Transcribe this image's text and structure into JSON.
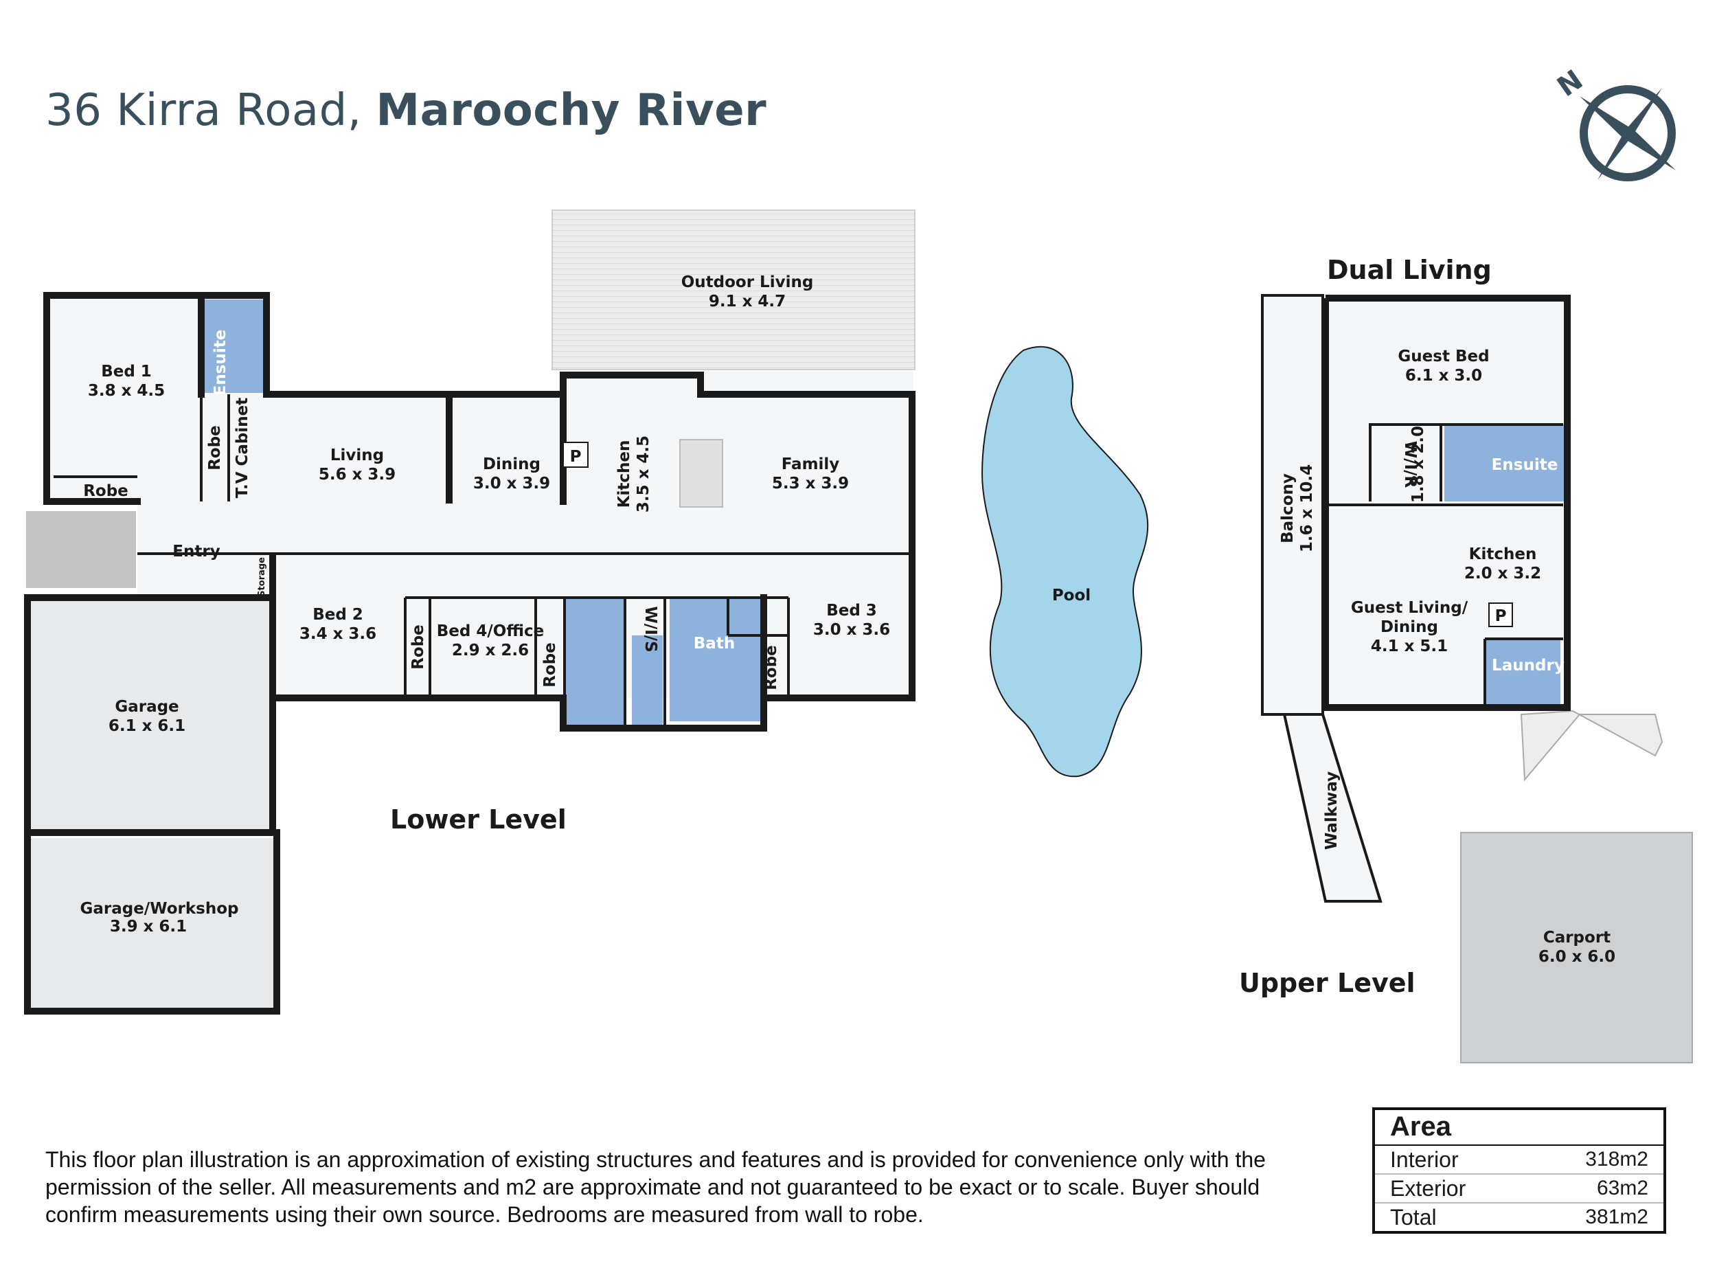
{
  "header": {
    "address": "36 Kirra Road,",
    "city": "Maroochy River"
  },
  "compass": {
    "label": "N",
    "icon": "compass-icon"
  },
  "levels": {
    "lower": "Lower Level",
    "upper": "Upper Level",
    "dual": "Dual Living"
  },
  "rooms": {
    "outdoor": [
      "Outdoor Living",
      "9.1 x 4.7"
    ],
    "bed1": [
      "Bed 1",
      "3.8 x 4.5"
    ],
    "ensuite1": "Ensuite",
    "robe_bed1": "Robe",
    "robe_v1": "Robe",
    "tv": "T.V Cabinet",
    "living": [
      "Living",
      "5.6 x 3.9"
    ],
    "dining": [
      "Dining",
      "3.0 x 3.9"
    ],
    "kitchen": [
      "Kitchen",
      "3.5 x 4.5"
    ],
    "pantry": "P",
    "family": [
      "Family",
      "5.3 x 3.9"
    ],
    "entry": "Entry",
    "storage": "Storage",
    "bed2": [
      "Bed 2",
      "3.4 x 3.6"
    ],
    "robe_bed2": "Robe",
    "bed4": [
      "Bed 4/Office",
      "2.9 x 2.6"
    ],
    "robe_bed4": "Robe",
    "wis": "W/I/S",
    "bath": "Bath",
    "robe_bed3": "Robe",
    "bed3": [
      "Bed 3",
      "3.0 x 3.6"
    ],
    "garage": [
      "Garage",
      "6.1 x 6.1"
    ],
    "workshop": [
      "Garage/Workshop",
      "3.9 x 6.1"
    ],
    "pool": "Pool",
    "guest_bed": [
      "Guest Bed",
      "6.1 x 3.0"
    ],
    "wir": [
      "W/I/R",
      "1.8 x 2.0"
    ],
    "ensuite2": "Ensuite",
    "balcony": [
      "Balcony",
      "1.6 x 10.4"
    ],
    "kitchen2": [
      "Kitchen",
      "2.0 x 3.2"
    ],
    "guest_living": [
      "Guest Living/",
      "Dining",
      "4.1 x 5.1"
    ],
    "pantry2": "P",
    "laundry": "Laundry",
    "walkway": "Walkway",
    "carport": [
      "Carport",
      "6.0 x 6.0"
    ]
  },
  "disclaimer": "This floor plan illustration is an approximation of existing structures and features and is provided for convenience only with the permission of the seller. All measurements and m2 are approximate and not guaranteed to be exact or to scale. Buyer should confirm measurements using their own source. Bedrooms are measured from wall to robe.",
  "area": {
    "title": "Area",
    "rows": [
      {
        "label": "Interior",
        "value": "318m2"
      },
      {
        "label": "Exterior",
        "value": "63m2"
      },
      {
        "label": "Total",
        "value": "381m2"
      }
    ]
  },
  "colors": {
    "wall": "#1a1a1a",
    "floor": "#f5f6f7",
    "wet": "#8fb2dd",
    "pool": "#a4d5ea",
    "garage": "#e8e9ea",
    "carport": "#cfd0d1",
    "header": "#3a4f5c"
  }
}
